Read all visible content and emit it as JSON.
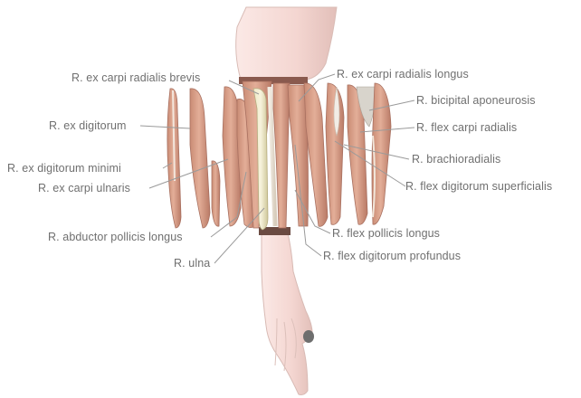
{
  "labels": {
    "ex_carpi_radialis_brevis": "R. ex carpi radialis brevis",
    "ex_carpi_radialis_longus": "R. ex carpi radialis longus",
    "bicipital_aponeurosis": "R. bicipital aponeurosis",
    "ex_digitorum": "R. ex digitorum",
    "flex_carpi_radialis": "R. flex carpi radialis",
    "brachioradialis": "R. brachioradialis",
    "ex_digitorum_minimi": "R. ex digitorum minimi",
    "ex_carpi_ulnaris": "R. ex carpi ulnaris",
    "flex_digitorum_superficialis": "R. flex digitorum superficialis",
    "abductor_pollicis_longus": "R. abductor pollicis longus",
    "flex_pollicis_longus": "R. flex pollicis longus",
    "ulna": "R. ulna",
    "flex_digitorum_profundus": "R. flex digitorum profundus"
  },
  "colors": {
    "muscle": "#d9a08a",
    "muscle_dark": "#b97a66",
    "skin": "#f6dcd8",
    "skin_shade": "#e4c4bf",
    "bone": "#e8e2b8",
    "leader": "#9a9a9a",
    "label_text": "#6f6f6f"
  }
}
